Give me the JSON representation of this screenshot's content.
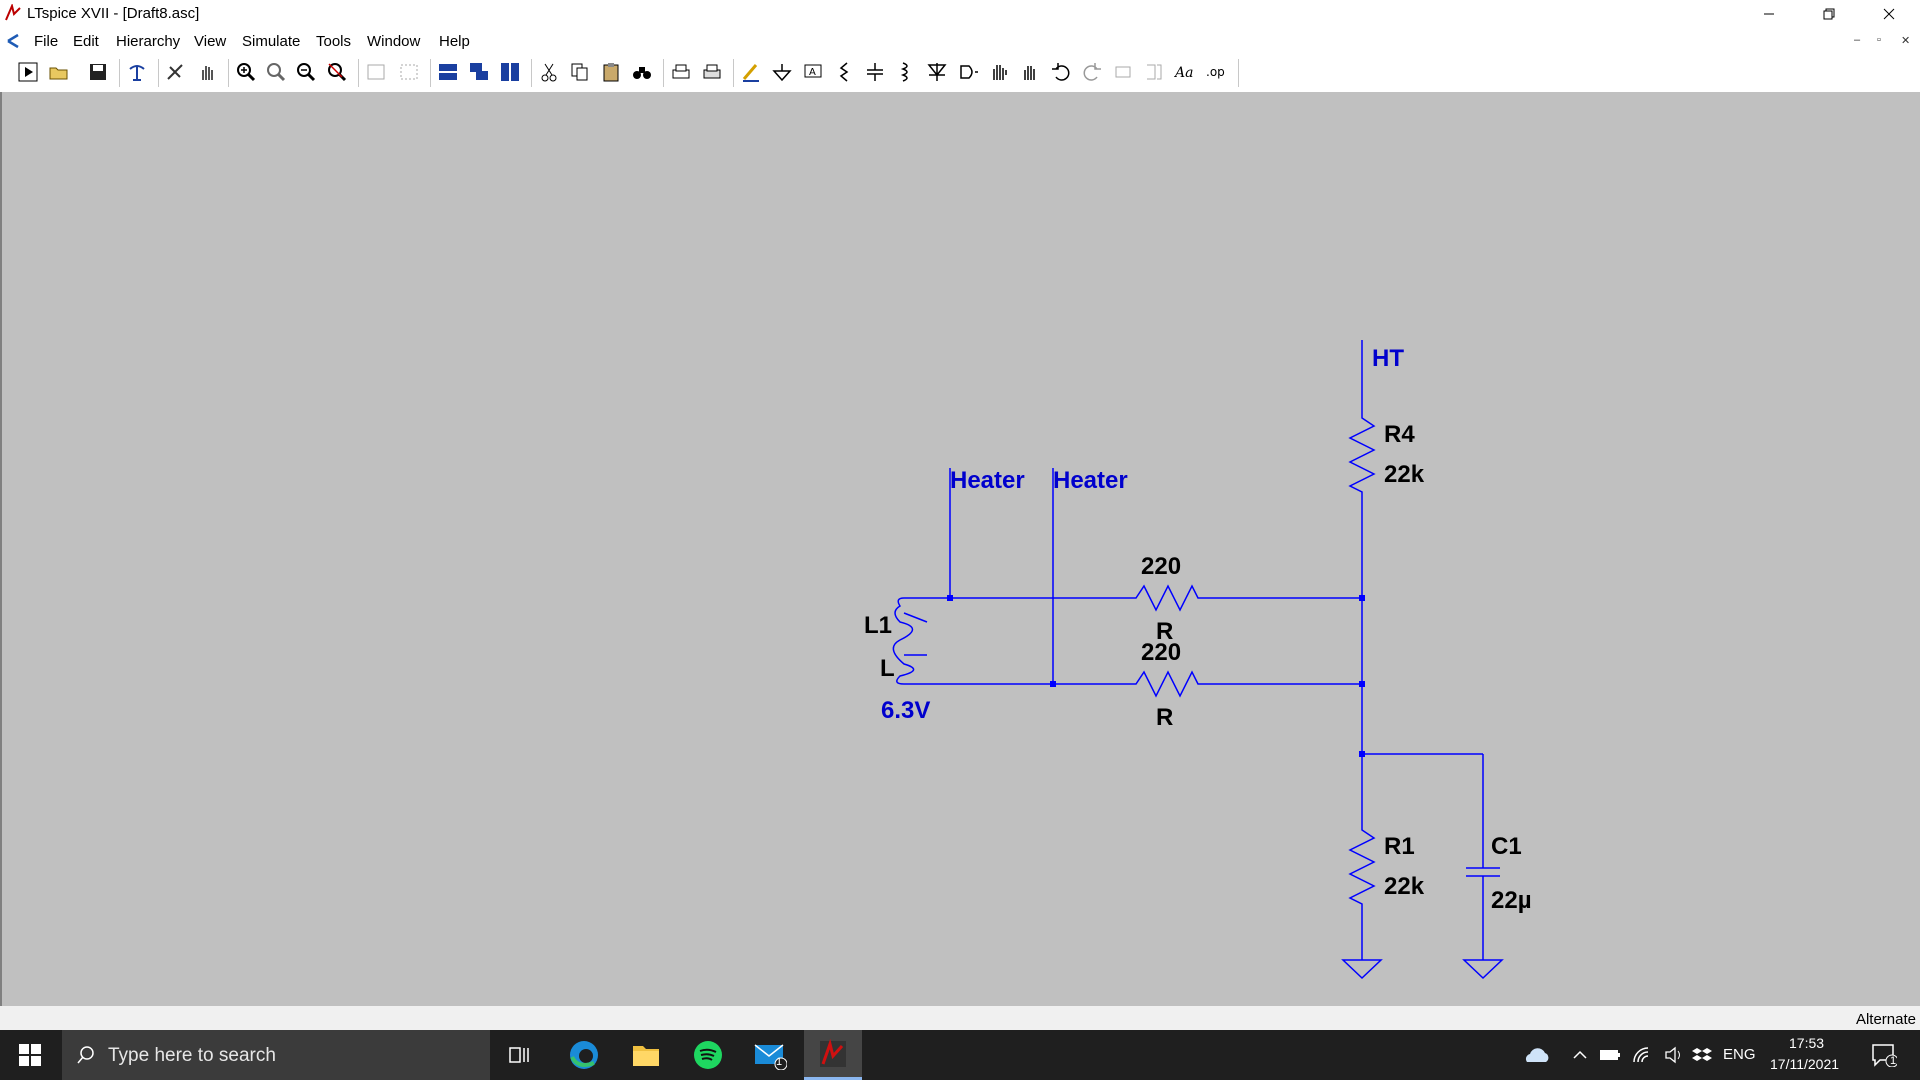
{
  "window": {
    "title": "LTspice XVII - [Draft8.asc]"
  },
  "menu": {
    "items": [
      {
        "label": "File"
      },
      {
        "label": "Edit"
      },
      {
        "label": "Hierarchy"
      },
      {
        "label": "View"
      },
      {
        "label": "Simulate"
      },
      {
        "label": "Tools"
      },
      {
        "label": "Window"
      },
      {
        "label": "Help"
      }
    ]
  },
  "toolbar": {
    "buttons": [
      "run-icon",
      "open-icon",
      "save-icon",
      "control-panel-icon",
      "halt-icon",
      "pan-icon",
      "zoom-in-icon",
      "zoom-to-fit-icon",
      "zoom-out-icon",
      "zoom-cancel-icon",
      "autorange-icon",
      "zoom-box-icon",
      "tile-horizontal-icon",
      "cascade-icon",
      "tile-vertical-icon",
      "cut-icon",
      "copy-icon",
      "paste-icon",
      "find-icon",
      "print-setup-icon",
      "print-icon",
      "draw-wire-icon",
      "ground-icon",
      "label-net-icon",
      "resistor-icon",
      "capacitor-icon",
      "inductor-icon",
      "diode-icon",
      "component-icon",
      "move-icon",
      "drag-icon",
      "undo-icon",
      "redo-icon",
      "rotate-icon",
      "mirror-icon",
      "text-icon",
      "spice-directive-icon"
    ]
  },
  "schematic": {
    "net_labels": {
      "ht": "HT",
      "heater1": "Heater",
      "heater2": "Heater"
    },
    "components": {
      "r4": {
        "name": "R4",
        "value": "22k"
      },
      "r_top": {
        "name": "R",
        "value": "220"
      },
      "r_bottom": {
        "name": "R",
        "value": "220"
      },
      "l1": {
        "name": "L1",
        "value": "L",
        "extra": "6.3V"
      },
      "r1": {
        "name": "R1",
        "value": "22k"
      },
      "c1": {
        "name": "C1",
        "value": "22µ"
      }
    },
    "colors": {
      "wire": "#0000ff",
      "label": "#0000cd",
      "canvas": "#c0c0c0",
      "text": "#000000"
    }
  },
  "status": {
    "mode": "Alternate"
  },
  "taskbar": {
    "search_placeholder": "Type here to search",
    "mail_badge": "1",
    "language": "ENG",
    "time": "17:53",
    "date": "17/11/2021",
    "notification_count": "1"
  }
}
